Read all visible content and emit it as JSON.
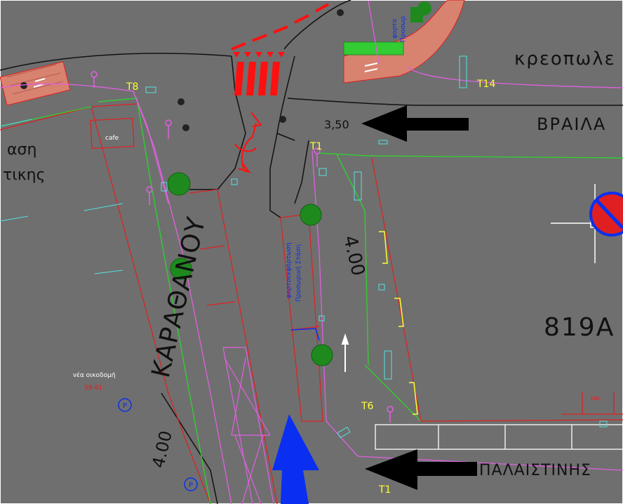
{
  "colors": {
    "background": "#6f6f6f",
    "road_line": "#111111",
    "building_outline": "#e02020",
    "sidewalk_line": "#33cc33",
    "magenta": "#e060e0",
    "hatch_fill": "#d88270",
    "tree_green": "#1e8a1e",
    "yellow_label": "#ffff33",
    "blue_arrow": "#0a2ff0",
    "cyan": "#55e0e0",
    "white": "#ffffff",
    "red_marking": "#ff1010"
  },
  "labels": {
    "street_karathanou": "ΚΑΡΑΘΑΝΟΥ",
    "street_braila": "ΒΡΑΙΛΑ",
    "street_palaistinis": "ΠΑΛΑΙΣΤΙΝΗΣ",
    "kreopoleio": "κρεοπωλε",
    "block_number": "819Α",
    "left_text_line1": "αση",
    "left_text_line2": "τικης",
    "cafe": "cafe",
    "width_4_left": "4.00",
    "width_4_center": "4.00",
    "width_350": "3,50",
    "new_building": "νέα οικοδομή",
    "new_building_number": "59-61",
    "bus_stop_line1": "φορτοεκφόρτωση",
    "bus_stop_line2": "Προσωρινή Στάση",
    "top_bus_stop_line1": "φορτο",
    "top_bus_stop_line2": "Προσωρ",
    "small_red_text": "είσ.",
    "parking_symbol": "P",
    "t8": "T8",
    "t1_top": "T1",
    "t14": "T14",
    "t6": "T6",
    "t1_bottom": "T1"
  }
}
